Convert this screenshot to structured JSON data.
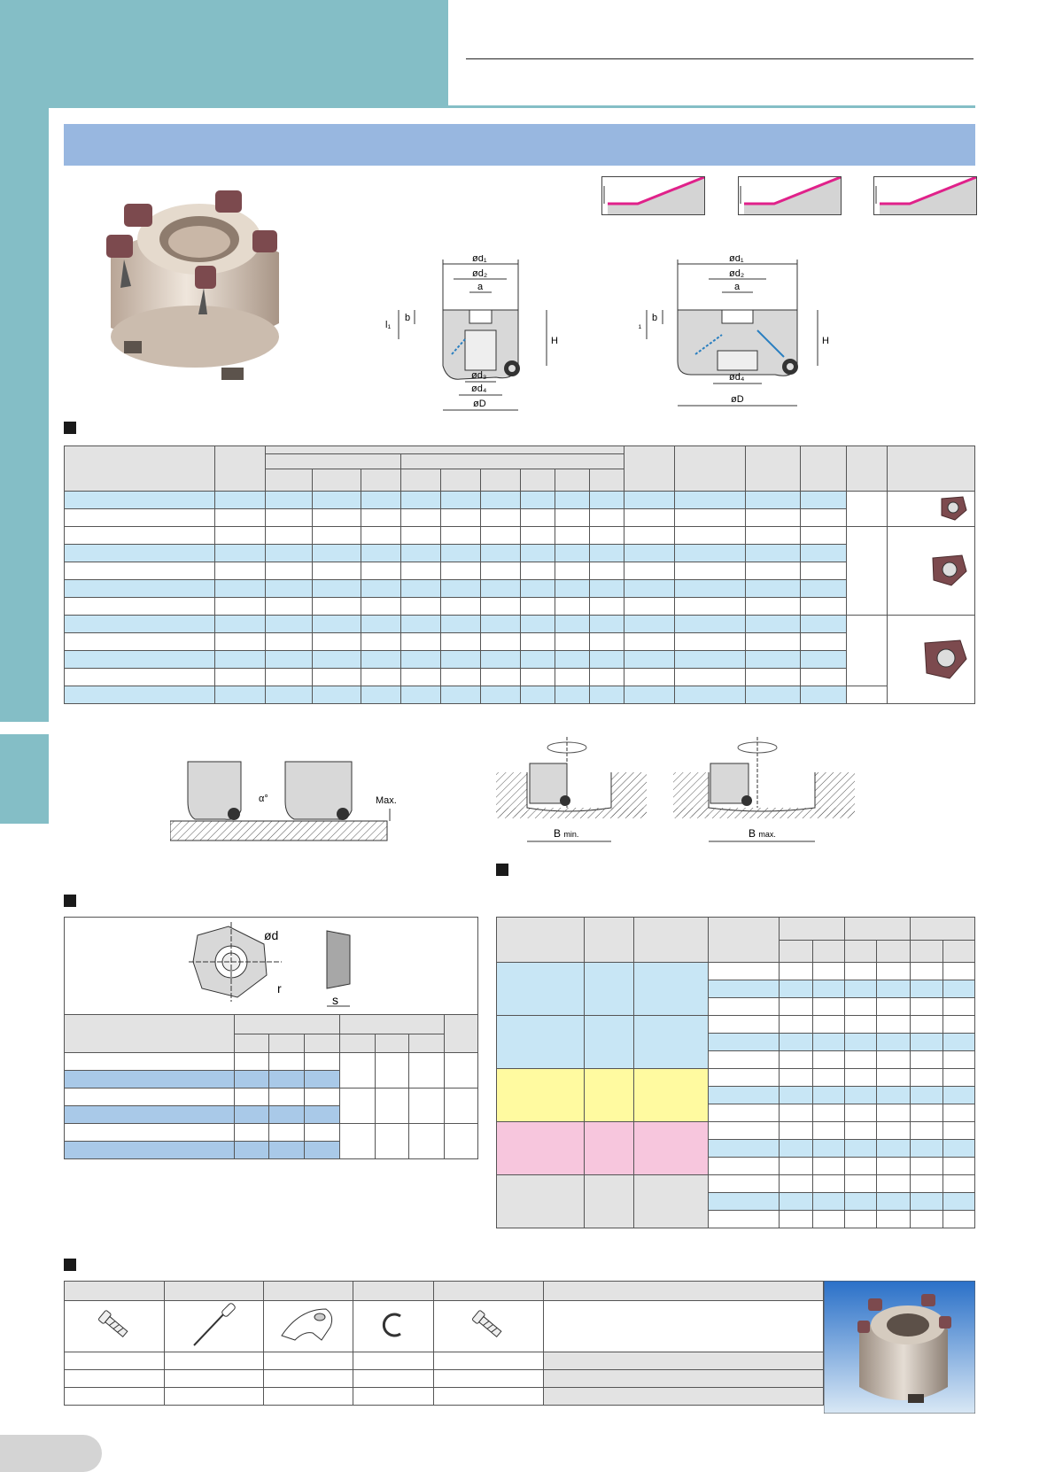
{
  "colors": {
    "brand_teal": "#84bec6",
    "banner_blue": "#98b7e0",
    "row_blue": "#c8e6f5",
    "profile_line": "#e0218a",
    "header_grey": "#e3e3e3",
    "cond_yellow": "#fffaa0",
    "cond_pink": "#f7c6dd",
    "insert_header_peach": "#fde0bd"
  },
  "icons": {
    "profile": "cut-profile-icon",
    "screw": "screw-icon",
    "wrench": "wrench-icon",
    "clamp": "clamp-icon",
    "ring": "snap-ring-icon",
    "insert": "insert-icon"
  },
  "dimension_labels": {
    "d1": "ød₁",
    "d2": "ød₂",
    "d3": "ød₃",
    "d4": "ød₄",
    "D": "øD",
    "a": "a",
    "b": "b",
    "l1": "l₁",
    "H": "H",
    "alpha": "α°",
    "max": "Max.",
    "bmin": "B",
    "bmin_sub": "min.",
    "bmax": "B",
    "bmax_sub": "max.",
    "insert_d": "ød",
    "insert_r": "r",
    "insert_s": "s"
  }
}
